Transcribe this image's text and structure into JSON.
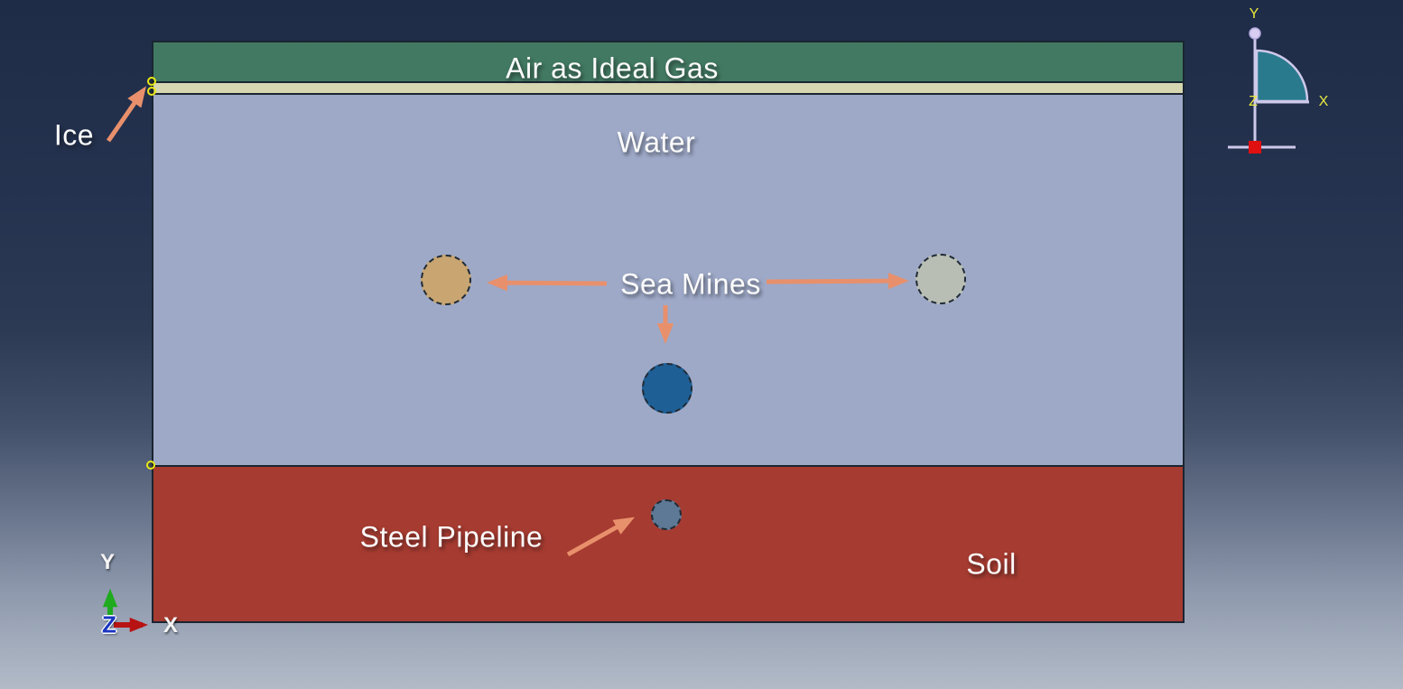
{
  "regions": {
    "air": {
      "label": "Air as Ideal Gas",
      "color": "#427962"
    },
    "ice": {
      "label": "Ice",
      "color": "#d6d7b1"
    },
    "water": {
      "label": "Water",
      "color": "#9ea9c8"
    },
    "soil": {
      "label": "Soil",
      "color": "#a63b31"
    }
  },
  "annotations": {
    "sea_mines": {
      "label": "Sea Mines"
    },
    "steel_pipeline": {
      "label": "Steel Pipeline"
    },
    "arrow_color": "#e8906c"
  },
  "mines": {
    "left": {
      "color": "#c8a571"
    },
    "right": {
      "color": "#b9beb5"
    },
    "bottom": {
      "color": "#1e5f95"
    }
  },
  "pipeline": {
    "color": "#5d7995"
  },
  "model_triad": {
    "x": "X",
    "y": "Y",
    "z": "Z"
  },
  "view_triad": {
    "x": "X",
    "y": "Y",
    "z": "Z",
    "quadrant_color": "#2a7a8e",
    "axis_color": "#cfc9ea",
    "origin_color": "#e01010"
  },
  "background": {
    "top": "#1e2c47",
    "bottom": "#b2bac7"
  }
}
